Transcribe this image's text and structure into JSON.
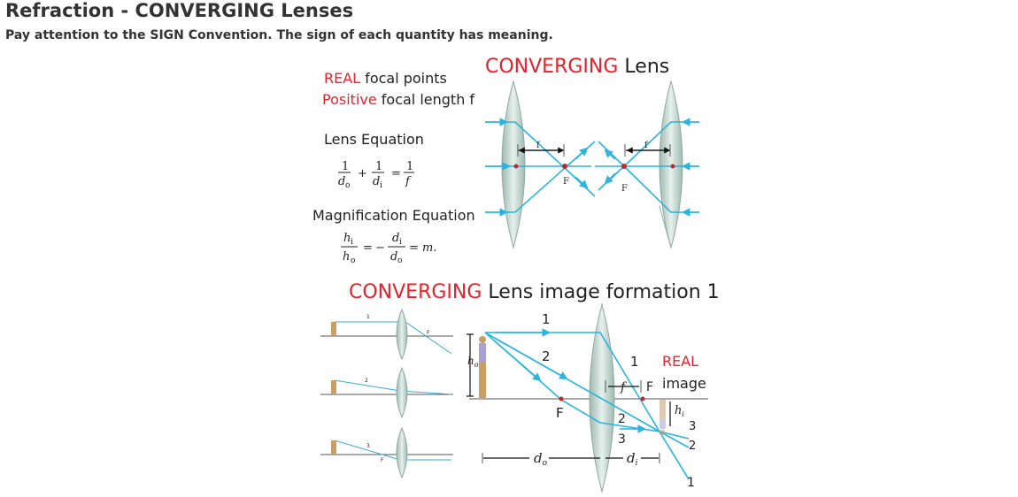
{
  "page": {
    "title": "Refraction - CONVERGING Lenses",
    "subtitle": "Pay attention to the SIGN Convention. The sign of each quantity has meaning."
  },
  "top_figure": {
    "title_accent": "CONVERGING",
    "title_rest": " Lens",
    "focal_line1_accent": "REAL",
    "focal_line1_rest": " focal points",
    "focal_line2_accent": "Positive",
    "focal_line2_rest": " focal length f",
    "lens_eq_label": "Lens Equation",
    "mag_eq_label": "Magnification Equation",
    "lens_eq": {
      "one": "1",
      "do": "d",
      "sub_o": "o",
      "di": "d",
      "sub_i": "i",
      "f": "f",
      "plus": "+",
      "eq": "="
    },
    "mag_eq": {
      "hi": "h",
      "ho": "h",
      "di": "d",
      "do": "d",
      "sub_i": "i",
      "sub_o": "o",
      "eq": "=",
      "minus": "−",
      "m": "= m."
    },
    "f_mark_left": "f",
    "f_mark_right": "f",
    "F_left": "F",
    "F_right": "F"
  },
  "bottom_figure": {
    "title_accent": "CONVERGING",
    "title_rest": " Lens image formation 1",
    "real_label": "REAL",
    "image_label": "image",
    "ray_labels": [
      "1",
      "2",
      "1",
      "2",
      "3",
      "3",
      "2",
      "1"
    ],
    "F_label": "F",
    "f_label": "f",
    "F_small": "F",
    "ho_label": "h",
    "ho_sub": "o",
    "hi_label": "h",
    "hi_sub": "i",
    "do_label": "d",
    "do_sub": "o",
    "di_label": "d",
    "di_sub": "i",
    "small_labels": [
      "1",
      "F",
      "2",
      "3",
      "F"
    ]
  },
  "colors": {
    "accent_red": "#e8202a",
    "ray_blue": "#2ab4de",
    "lens_gray": "#b9cfc7"
  }
}
